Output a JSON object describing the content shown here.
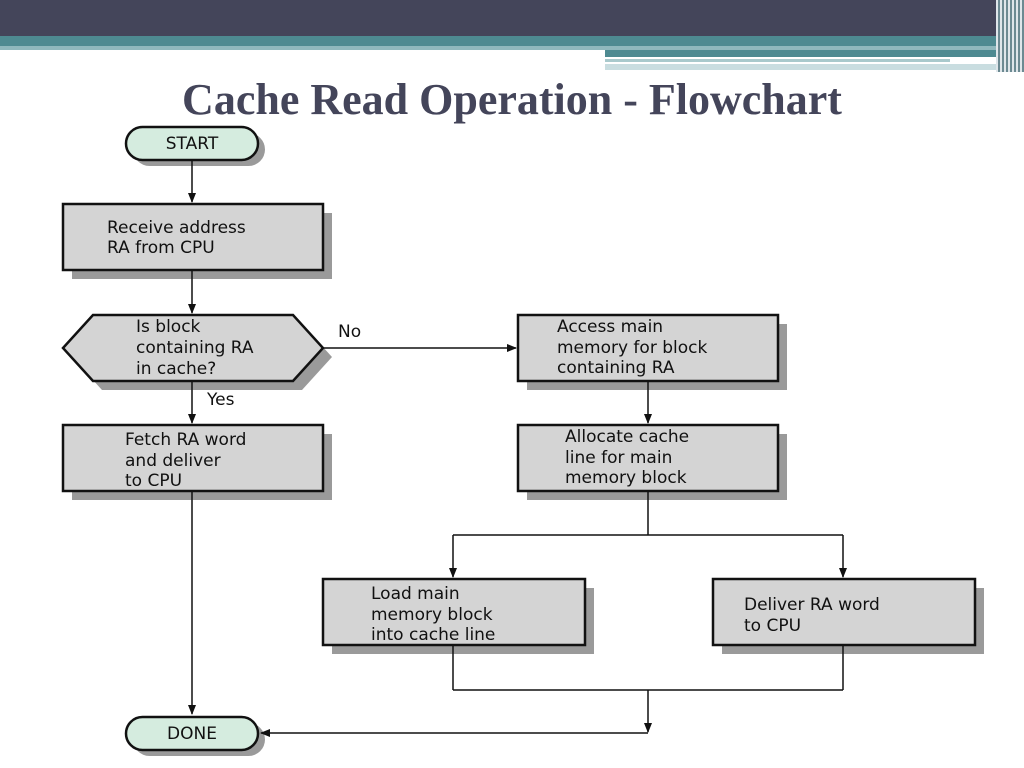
{
  "title": "Cache Read Operation - Flowchart",
  "nodes": {
    "start": "START",
    "receive": [
      "Receive address",
      "RA from CPU"
    ],
    "decision": [
      "Is block",
      "containing RA",
      "in cache?"
    ],
    "fetch": [
      "Fetch RA word",
      "and deliver",
      "to CPU"
    ],
    "access": [
      "Access main",
      "memory for block",
      "containing RA"
    ],
    "allocate": [
      "Allocate cache",
      "line for main",
      "memory block"
    ],
    "load": [
      "Load main",
      "memory block",
      "into cache line"
    ],
    "deliver": [
      "Deliver RA word",
      "to CPU"
    ],
    "done": "DONE"
  },
  "edges": {
    "no": "No",
    "yes": "Yes"
  },
  "colors": {
    "node_fill": "#d4d4d4",
    "terminal_fill": "#d5ecdf",
    "title": "#44455a"
  }
}
